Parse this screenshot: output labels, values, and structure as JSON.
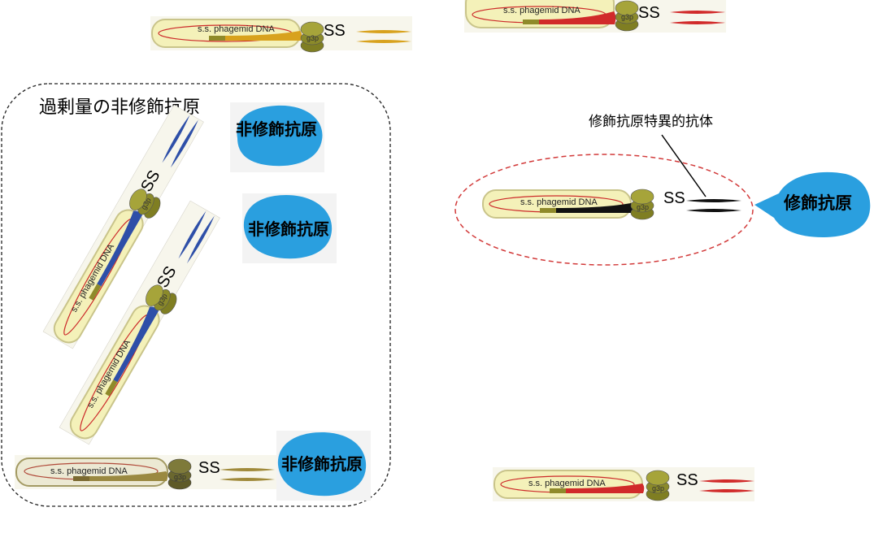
{
  "phage": {
    "dna_label": "s.s. phagemid DNA",
    "linker_label": "SS",
    "coat_protein_label": "g3p"
  },
  "group": {
    "title": "過剰量の非修飾抗原"
  },
  "antigens": {
    "unmodified": "非修飾抗原",
    "modified": "修飾抗原"
  },
  "callout": {
    "antibody_label": "修飾抗原特異的抗体"
  },
  "colors": {
    "capsule_fill": "#f4f1b9",
    "capsule_stroke": "#c9c48a",
    "capsule_stroke_dark": "#a39a63",
    "dna_loop": "#cc2a2a",
    "g3p": "#8b8a2a",
    "antigen": "#2a9fdf",
    "gold_antibody": "#d8a21d",
    "red_antibody": "#d12a2a",
    "blue_antibody": "#2e4fa8",
    "black_antibody": "#111111",
    "olive_antibody": "#a08a3a",
    "dashed_box": "#222222",
    "dashed_ellipse": "#d23a3a"
  }
}
